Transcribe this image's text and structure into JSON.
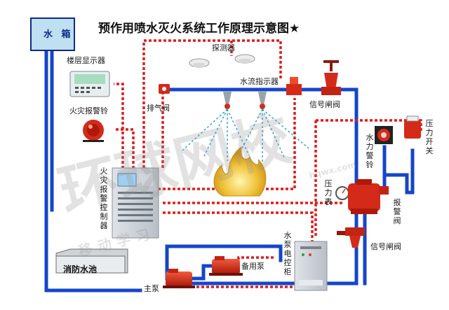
{
  "title": "预作用喷水灭火系统工作原理示意图★",
  "labels": {
    "water_tank": "水 箱",
    "floor_display": "楼层显示器",
    "detector": "探测器",
    "water_flow_indicator": "水流指示器",
    "exhaust_valve": "排气阀",
    "signal_gate_valve_top": "信号闸阀",
    "fire_alarm_bell": "火灾报警铃",
    "pressure_switch": "压力开关",
    "hydraulic_alarm_bell": "水力警铃",
    "pressure_gauge": "压力表",
    "alarm_valve": "报警阀",
    "fire_alarm_controller": "火灾报警控制器",
    "pump_control_cabinet": "水泵电控柜",
    "signal_gate_valve_bottom": "信号闸阀",
    "fire_pool": "消防水池",
    "standby_pump": "备用泵",
    "main_pump": "主泵"
  },
  "watermark": {
    "main": "环球网校",
    "sub": "移动学习",
    "url": "hqwx.com"
  },
  "colors": {
    "pipe": "#1546c9",
    "signal_line": "#e01b1b",
    "spray": "#33a6d6",
    "equipment_red": "#d42a1a",
    "flame": "#e8b52a"
  }
}
